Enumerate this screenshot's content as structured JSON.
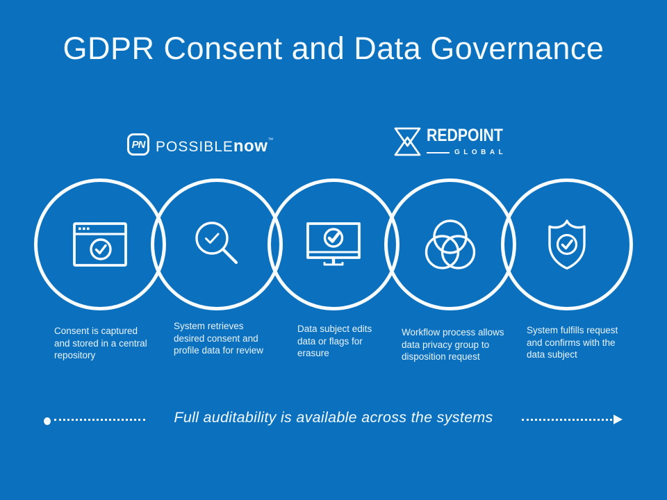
{
  "slide": {
    "title": "GDPR Consent and Data Governance",
    "background_color": "#0B71BE",
    "foreground_color": "#FFFFFF"
  },
  "logos": {
    "possiblenow": {
      "monogram": "PN",
      "wordmark_main": "POSSIBLE",
      "wordmark_accent": "now",
      "trademark": "™"
    },
    "redpoint": {
      "name": "REDPOINT",
      "subtitle": "GLOBAL"
    }
  },
  "steps": [
    {
      "icon": "browser-check-icon",
      "caption": "Consent is captured and stored in a central repository",
      "lines": [
        "Consent is captured",
        "and stored in a central",
        "repository"
      ]
    },
    {
      "icon": "magnifier-check-icon",
      "caption": "System retrieves desired consent and profile data for review",
      "lines": [
        "System retrieves",
        "desired consent and",
        "profile data for review"
      ]
    },
    {
      "icon": "monitor-check-icon",
      "caption": "Data subject edits data or flags for erasure",
      "lines": [
        "Data subject edits",
        "data or flags for",
        "erasure"
      ]
    },
    {
      "icon": "venn-circles-icon",
      "caption": "Workflow process allows data privacy group to disposition request",
      "lines": [
        "Workflow process allows",
        "data privacy group to",
        "disposition request"
      ]
    },
    {
      "icon": "shield-check-icon",
      "caption": "System fulfills request and confirms with the data subject",
      "lines": [
        "System fulfills request",
        "and confirms with the",
        "data subject"
      ]
    }
  ],
  "footer": {
    "text": "Full auditability is available across the systems"
  }
}
